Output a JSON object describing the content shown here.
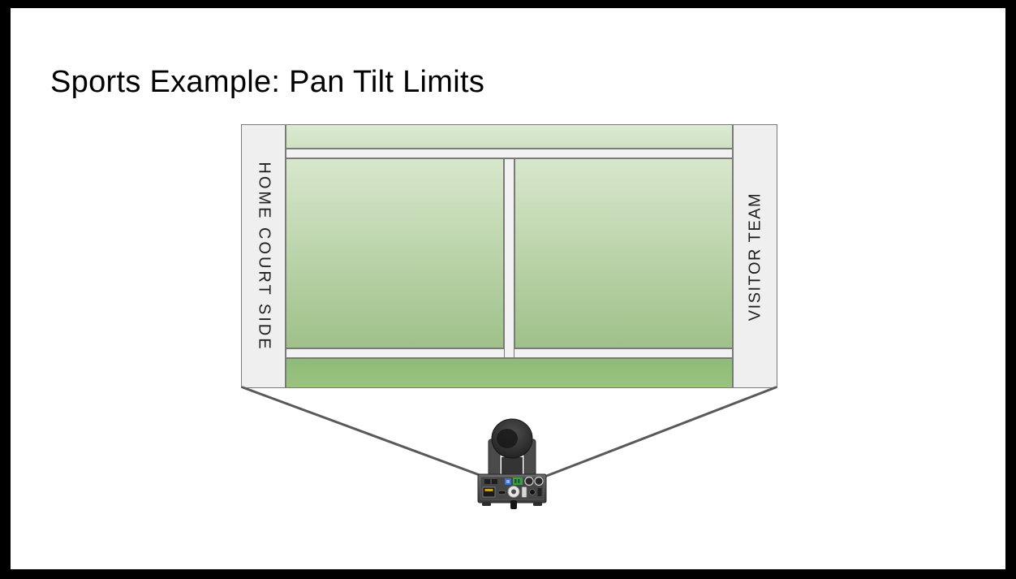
{
  "slide": {
    "title": "Sports Example: Pan Tilt Limits"
  },
  "diagram": {
    "left_label": "HOME COURT SIDE",
    "right_label": "VISITOR TEAM",
    "camera_icon": "ptz-camera-rear-icon",
    "description_zones": {
      "top_strip": "sideline run-off area",
      "left_half": "home court half",
      "right_half": "visitor court half",
      "center_bar": "net / center line",
      "bottom_strip": "near sideline run-off area"
    }
  },
  "colors": {
    "frame": "#000000",
    "title_text": "#000000",
    "band_fill": "#efefef",
    "band_border": "#7a7a7a",
    "band_text": "#1f1f1f",
    "top_strip_light": "#dcead3",
    "top_strip_dark": "#cfe1c3",
    "court_light": "#d8e7cc",
    "court_dark": "#9fc189",
    "bottom_strip_light": "#8ebb76",
    "bottom_strip_dark": "#9ac282",
    "divider_fill": "#f2f2f2",
    "limit_line": "#595959"
  }
}
